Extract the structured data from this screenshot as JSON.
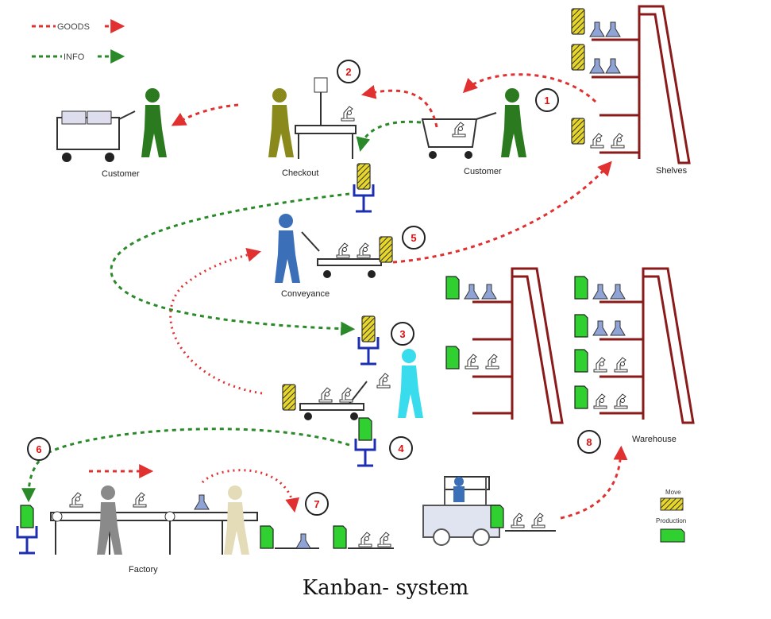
{
  "legend": {
    "goods": "GOODS",
    "info": "INFO"
  },
  "labels": {
    "customer_left": "Customer",
    "checkout": "Checkout",
    "customer_right": "Customer",
    "shelves": "Shelves",
    "conveyance": "Conveyance",
    "warehouse": "Warehouse",
    "factory": "Factory"
  },
  "steps": [
    "1",
    "2",
    "3",
    "4",
    "5",
    "6",
    "7",
    "8"
  ],
  "kanban_legend": {
    "move": "Move",
    "production": "Production"
  },
  "caption": "Kanban- system",
  "colors": {
    "goods_arrow": "#e03030",
    "info_arrow": "#2a8a2a",
    "move_card": "#e6d62a",
    "production_card": "#2fd02f",
    "shelf": "#8b1a1a",
    "stand": "#1d2fb0"
  }
}
